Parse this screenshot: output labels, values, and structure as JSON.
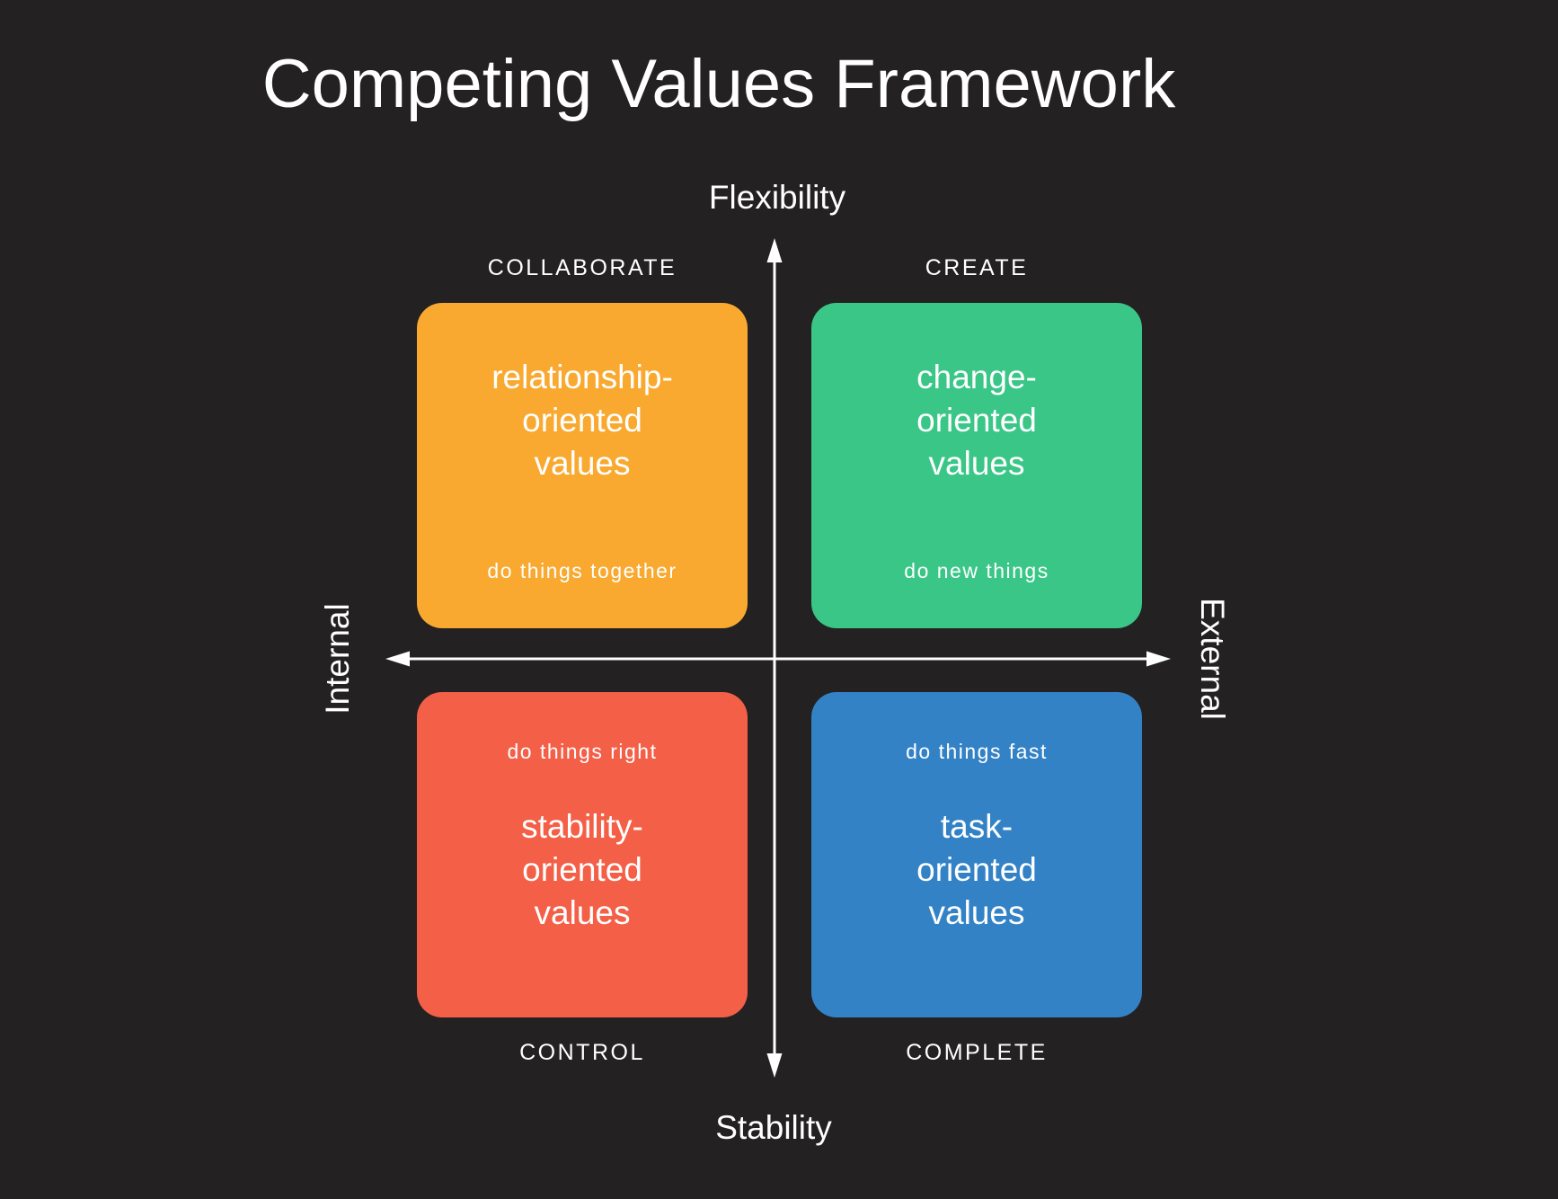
{
  "title": "Competing Values Framework",
  "colors": {
    "background": "#242122",
    "text": "#ffffff",
    "collaborate": "#F9A930",
    "create": "#3AC687",
    "control": "#F45F47",
    "complete": "#3382C6"
  },
  "axes": {
    "top": "Flexibility",
    "bottom": "Stability",
    "left": "Internal",
    "right": "External"
  },
  "quadrants": [
    {
      "label": "COLLABORATE",
      "lines": [
        "relationship-",
        "oriented",
        "values"
      ],
      "caption": "do things together"
    },
    {
      "label": "CREATE",
      "lines": [
        "change-",
        "oriented",
        "values"
      ],
      "caption": "do new things"
    },
    {
      "label": "CONTROL",
      "lines": [
        "stability-",
        "oriented",
        "values"
      ],
      "caption": "do things right"
    },
    {
      "label": "COMPLETE",
      "lines": [
        "task-",
        "oriented",
        "values"
      ],
      "caption": "do things fast"
    }
  ]
}
